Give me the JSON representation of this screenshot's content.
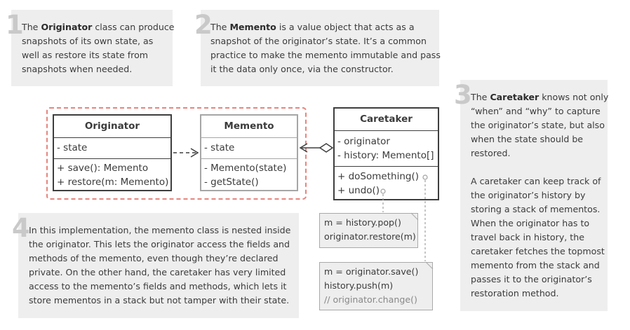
{
  "notes": {
    "n1": {
      "number": "1",
      "lines": [
        [
          "The ",
          {
            "b": "Originator"
          },
          " class can produce"
        ],
        [
          "snapshots of its own state, as"
        ],
        [
          "well as restore its state from"
        ],
        [
          "snapshots when needed."
        ]
      ]
    },
    "n2": {
      "number": "2",
      "lines": [
        [
          "The ",
          {
            "b": "Memento"
          },
          " is a value object that acts as a"
        ],
        [
          "snapshot of the originator’s state. It’s a common"
        ],
        [
          "practice to make the memento immutable and pass"
        ],
        [
          "it the data only once, via the constructor."
        ]
      ]
    },
    "n3": {
      "number": "3",
      "para1": [
        [
          "The ",
          {
            "b": "Caretaker"
          },
          " knows not only"
        ],
        [
          "“when” and “why” to capture"
        ],
        [
          "the originator’s state, but also"
        ],
        [
          "when the state should be"
        ],
        [
          "restored."
        ]
      ],
      "para2": [
        [
          "A caretaker can keep track of"
        ],
        [
          "the originator’s history by"
        ],
        [
          "storing a stack of mementos."
        ],
        [
          "When the originator has to"
        ],
        [
          "travel back in history, the"
        ],
        [
          "caretaker fetches the topmost"
        ],
        [
          "memento from the stack and"
        ],
        [
          "passes it to the originator’s"
        ],
        [
          "restoration method."
        ]
      ]
    },
    "n4": {
      "number": "4",
      "lines": [
        [
          "In this implementation, the memento class is nested inside"
        ],
        [
          "the originator. This lets the originator access the fields and"
        ],
        [
          "methods of the memento, even though they’re declared"
        ],
        [
          "private. On the other hand, the caretaker has very limited"
        ],
        [
          "access to the memento’s fields and methods, which lets it"
        ],
        [
          "store mementos in a stack but not tamper with their state."
        ]
      ]
    }
  },
  "classes": {
    "originator": {
      "name": "Originator",
      "fields": [
        "- state"
      ],
      "methods": [
        "+ save(): Memento",
        "+ restore(m: Memento)"
      ]
    },
    "memento": {
      "name": "Memento",
      "fields": [
        "- state"
      ],
      "methods": [
        "- Memento(state)",
        "- getState()"
      ]
    },
    "caretaker": {
      "name": "Caretaker",
      "fields": [
        "- originator",
        "- history: Memento[]"
      ],
      "methods": [
        "+ doSomething()",
        "+ undo()"
      ]
    }
  },
  "code_notes": {
    "undo": [
      "m = history.pop()",
      "originator.restore(m)"
    ],
    "do_something": [
      "m = originator.save()",
      "history.push(m)",
      "// originator.change()"
    ]
  },
  "colors": {
    "note_bg": "#eeeeee",
    "number": "#c9c9c9",
    "dashed_border": "#e6857d",
    "class_border": "#3e3e3e",
    "memento_border": "#a6a6a6"
  }
}
